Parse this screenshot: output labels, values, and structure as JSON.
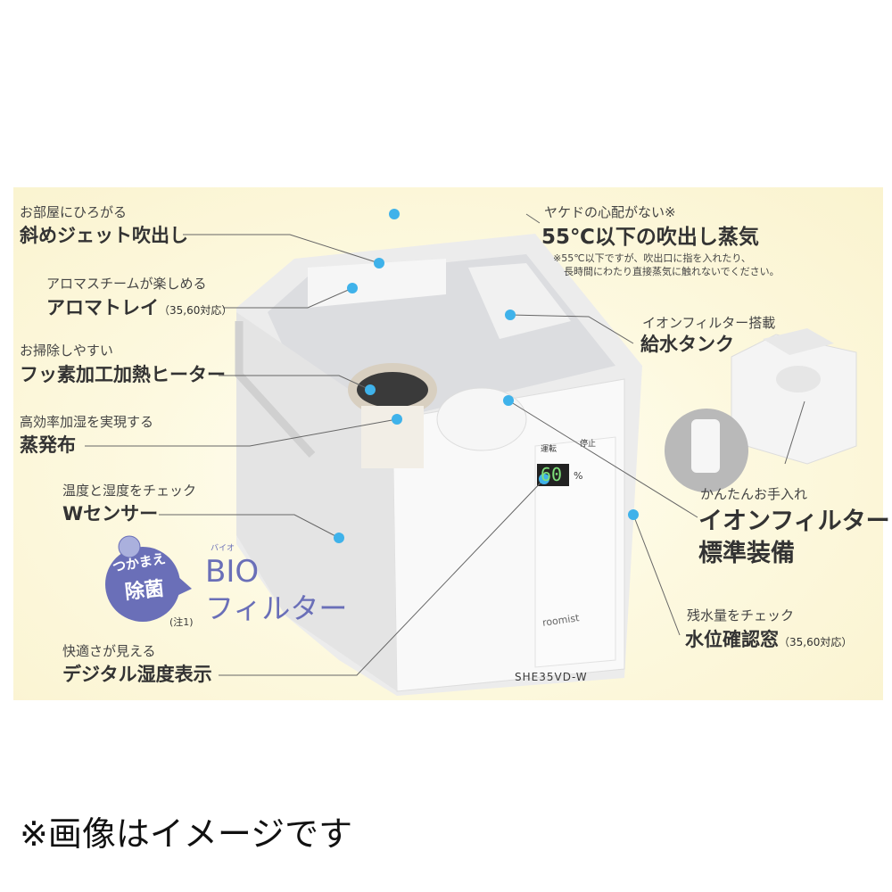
{
  "callouts_left": [
    {
      "sub": "お部屋にひろがる",
      "main": "斜めジェット吹出し",
      "suffix": ""
    },
    {
      "sub": "アロマスチームが楽しめる",
      "main": "アロマトレイ",
      "suffix": "（35,60対応）"
    },
    {
      "sub": "お掃除しやすい",
      "main": "フッ素加工加熱ヒーター",
      "suffix": ""
    },
    {
      "sub": "高効率加湿を実現する",
      "main": "蒸発布",
      "suffix": ""
    },
    {
      "sub": "温度と湿度をチェック",
      "main": "Wセンサー",
      "suffix": ""
    },
    {
      "sub": "快適さが見える",
      "main": "デジタル湿度表示",
      "suffix": ""
    }
  ],
  "callouts_right": [
    {
      "sub": "ヤケドの心配がない※",
      "main": "55℃以下の吹出し蒸気",
      "notes": [
        "※55℃以下ですが、吹出口に指を入れたり、",
        "長時間にわたり直接蒸気に触れないでください。"
      ]
    },
    {
      "sub": "イオンフィルター搭載",
      "main": "給水タンク"
    },
    {
      "sub": "かんたんお手入れ",
      "main": "イオンフィルター",
      "main2": "標準装備"
    },
    {
      "sub": "残水量をチェック",
      "main": "水位確認窓",
      "suffix": "（35,60対応）"
    }
  ],
  "bio_badge": {
    "line1": "つかまえ",
    "line2": "除菌",
    "note": "(注1)",
    "ruby": "バイオ",
    "title1": "BIO",
    "title2": "フィルター"
  },
  "product": {
    "model": "SHE35VD-W",
    "brand": "roomist",
    "display": "60",
    "unit": "%",
    "btn_run": "運転",
    "btn_stop": "停止"
  },
  "footer": "※画像はイメージです",
  "colors": {
    "dot": "#3fb2ea",
    "bio": "#6a6fb8",
    "panel": "#fdf8dc"
  }
}
